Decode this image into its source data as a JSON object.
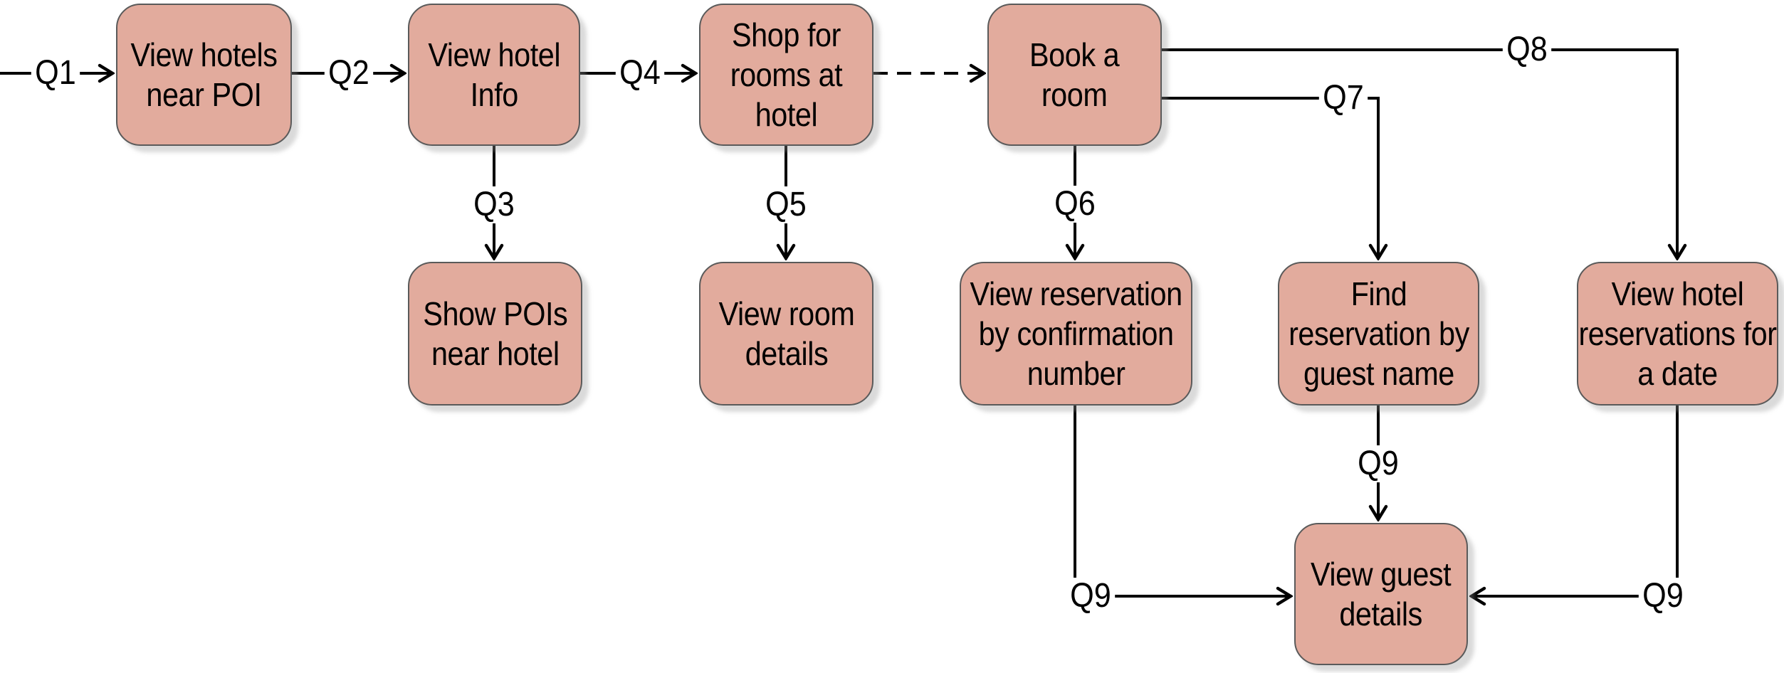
{
  "diagram": {
    "background": "#ffffff",
    "node_fill": "#e2ab9d",
    "node_border": "#5a5a5a",
    "line_color": "#000000",
    "nodes": [
      {
        "id": "view-hotels-near-poi",
        "label": "View hotels\nnear POI"
      },
      {
        "id": "view-hotel-info",
        "label": "View hotel\nInfo"
      },
      {
        "id": "shop-for-rooms-at-hotel",
        "label": "Shop for\nrooms at\nhotel"
      },
      {
        "id": "book-a-room",
        "label": "Book a\nroom"
      },
      {
        "id": "show-pois-near-hotel",
        "label": "Show POIs\nnear hotel"
      },
      {
        "id": "view-room-details",
        "label": "View room\ndetails"
      },
      {
        "id": "view-reservation-by-confirmation-number",
        "label": "View reservation\nby confirmation\nnumber"
      },
      {
        "id": "find-reservation-by-guest-name",
        "label": "Find\nreservation by\nguest name"
      },
      {
        "id": "view-hotel-reservations-for-a-date",
        "label": "View hotel\nreservations for\na date"
      },
      {
        "id": "view-guest-details",
        "label": "View guest\ndetails"
      }
    ],
    "edges": [
      {
        "id": "q1",
        "label": "Q1",
        "from": "start",
        "to": "view-hotels-near-poi",
        "style": "solid"
      },
      {
        "id": "q2",
        "label": "Q2",
        "from": "view-hotels-near-poi",
        "to": "view-hotel-info",
        "style": "solid"
      },
      {
        "id": "q3",
        "label": "Q3",
        "from": "view-hotel-info",
        "to": "show-pois-near-hotel",
        "style": "solid"
      },
      {
        "id": "q4",
        "label": "Q4",
        "from": "view-hotel-info",
        "to": "shop-for-rooms-at-hotel",
        "style": "solid"
      },
      {
        "id": "shop-to-book",
        "label": "",
        "from": "shop-for-rooms-at-hotel",
        "to": "book-a-room",
        "style": "dashed"
      },
      {
        "id": "q5",
        "label": "Q5",
        "from": "shop-for-rooms-at-hotel",
        "to": "view-room-details",
        "style": "solid"
      },
      {
        "id": "q6",
        "label": "Q6",
        "from": "book-a-room",
        "to": "view-reservation-by-confirmation-number",
        "style": "solid"
      },
      {
        "id": "q7",
        "label": "Q7",
        "from": "book-a-room",
        "to": "find-reservation-by-guest-name",
        "style": "solid"
      },
      {
        "id": "q8",
        "label": "Q8",
        "from": "book-a-room",
        "to": "view-hotel-reservations-for-a-date",
        "style": "solid"
      },
      {
        "id": "q9-confirmation",
        "label": "Q9",
        "from": "view-reservation-by-confirmation-number",
        "to": "view-guest-details",
        "style": "solid"
      },
      {
        "id": "q9-guest-name",
        "label": "Q9",
        "from": "find-reservation-by-guest-name",
        "to": "view-guest-details",
        "style": "solid"
      },
      {
        "id": "q9-date",
        "label": "Q9",
        "from": "view-hotel-reservations-for-a-date",
        "to": "view-guest-details",
        "style": "solid"
      }
    ]
  }
}
